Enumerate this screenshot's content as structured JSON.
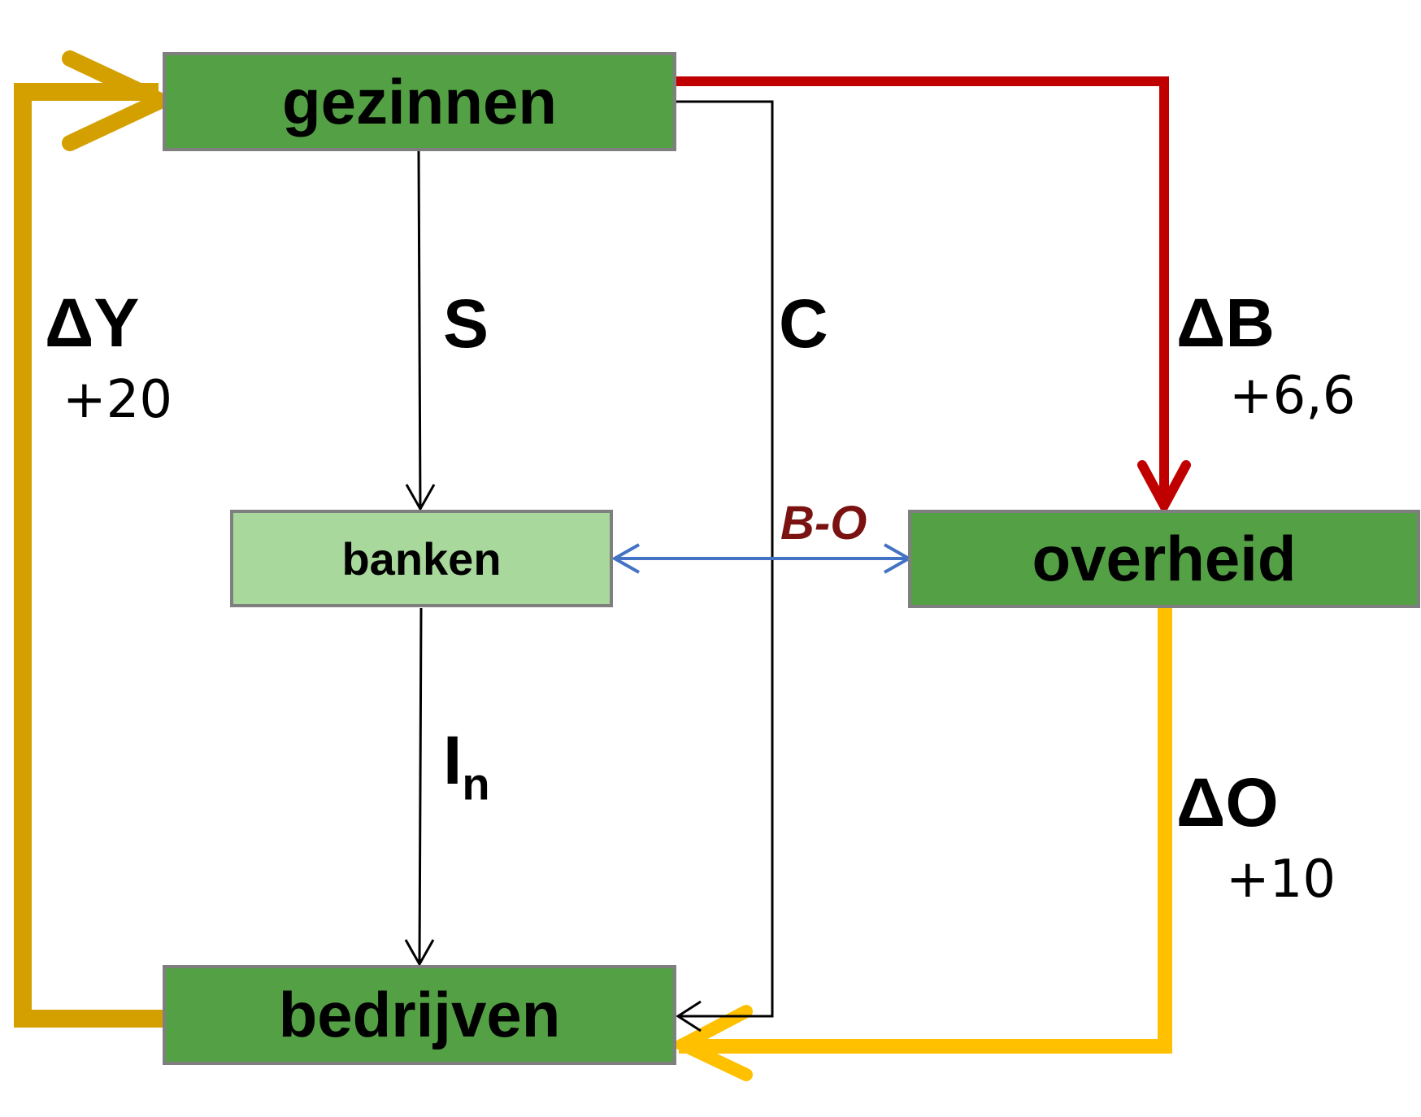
{
  "nodes": {
    "households": "gezinnen",
    "banks": "banken",
    "government": "overheid",
    "firms": "bedrijven"
  },
  "flows": {
    "savings": "S",
    "consumption": "C",
    "investment_symbol": "I",
    "investment_subscript": "n",
    "income_label": "ΔY",
    "income_value": "+20",
    "taxes_label": "ΔB",
    "taxes_value": "+6,6",
    "spending_label": "ΔO",
    "spending_value": "+10",
    "deficit_label": "B-O"
  },
  "colors": {
    "node_green": "#54a045",
    "bank_green": "#a8d89c",
    "income_flow": "#d4a000",
    "taxes_flow": "#c00000",
    "spending_flow": "#ffc000",
    "finance_flow": "#4472c4",
    "deficit_text": "#7a1212"
  }
}
